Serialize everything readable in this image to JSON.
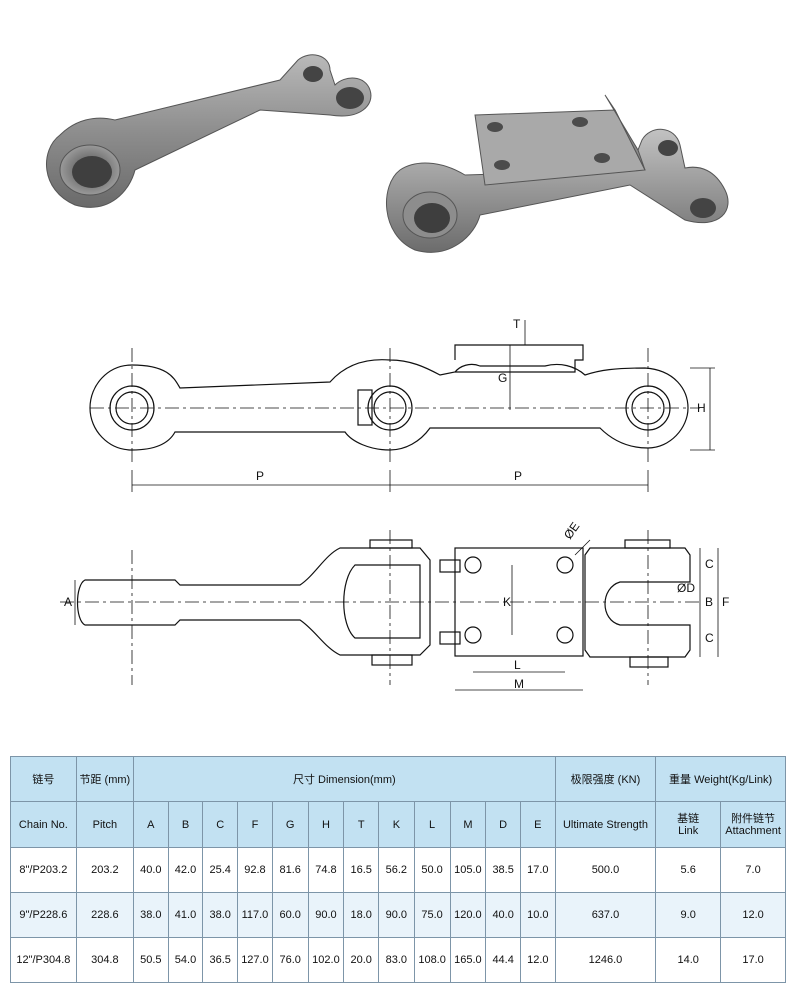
{
  "drawing_labels": {
    "T": "T",
    "G": "G",
    "H": "H",
    "P1": "P",
    "P2": "P",
    "A": "A",
    "E": "ØE",
    "K": "K",
    "D": "ØD",
    "C1": "C",
    "C2": "C",
    "B": "B",
    "F": "F",
    "L": "L",
    "M": "M"
  },
  "table": {
    "header1": {
      "chain_cn": "链号",
      "pitch_cn": "节距 (mm)",
      "dimension": "尺寸 Dimension(mm)",
      "strength_cn": "极限强度 (KN)",
      "weight": "重量 Weight(Kg/Link)"
    },
    "header2": {
      "chain": "Chain No.",
      "pitch": "Pitch",
      "cols": [
        "A",
        "B",
        "C",
        "F",
        "G",
        "H",
        "T",
        "K",
        "L",
        "M",
        "D",
        "E"
      ],
      "strength": "Ultimate Strength",
      "link_cn": "基链",
      "link": "Link",
      "attach_cn": "附件链节",
      "attach": "Attachment"
    },
    "rows": [
      {
        "chain": "8\"/P203.2",
        "pitch": "203.2",
        "vals": [
          "40.0",
          "42.0",
          "25.4",
          "92.8",
          "81.6",
          "74.8",
          "16.5",
          "56.2",
          "50.0",
          "105.0",
          "38.5",
          "17.0"
        ],
        "strength": "500.0",
        "link": "5.6",
        "attach": "7.0"
      },
      {
        "chain": "9\"/P228.6",
        "pitch": "228.6",
        "vals": [
          "38.0",
          "41.0",
          "38.0",
          "117.0",
          "60.0",
          "90.0",
          "18.0",
          "90.0",
          "75.0",
          "120.0",
          "40.0",
          "10.0"
        ],
        "strength": "637.0",
        "link": "9.0",
        "attach": "12.0"
      },
      {
        "chain": "12\"/P304.8",
        "pitch": "304.8",
        "vals": [
          "50.5",
          "54.0",
          "36.5",
          "127.0",
          "76.0",
          "102.0",
          "20.0",
          "83.0",
          "108.0",
          "165.0",
          "44.4",
          "12.0"
        ],
        "strength": "1246.0",
        "link": "14.0",
        "attach": "17.0"
      }
    ]
  }
}
